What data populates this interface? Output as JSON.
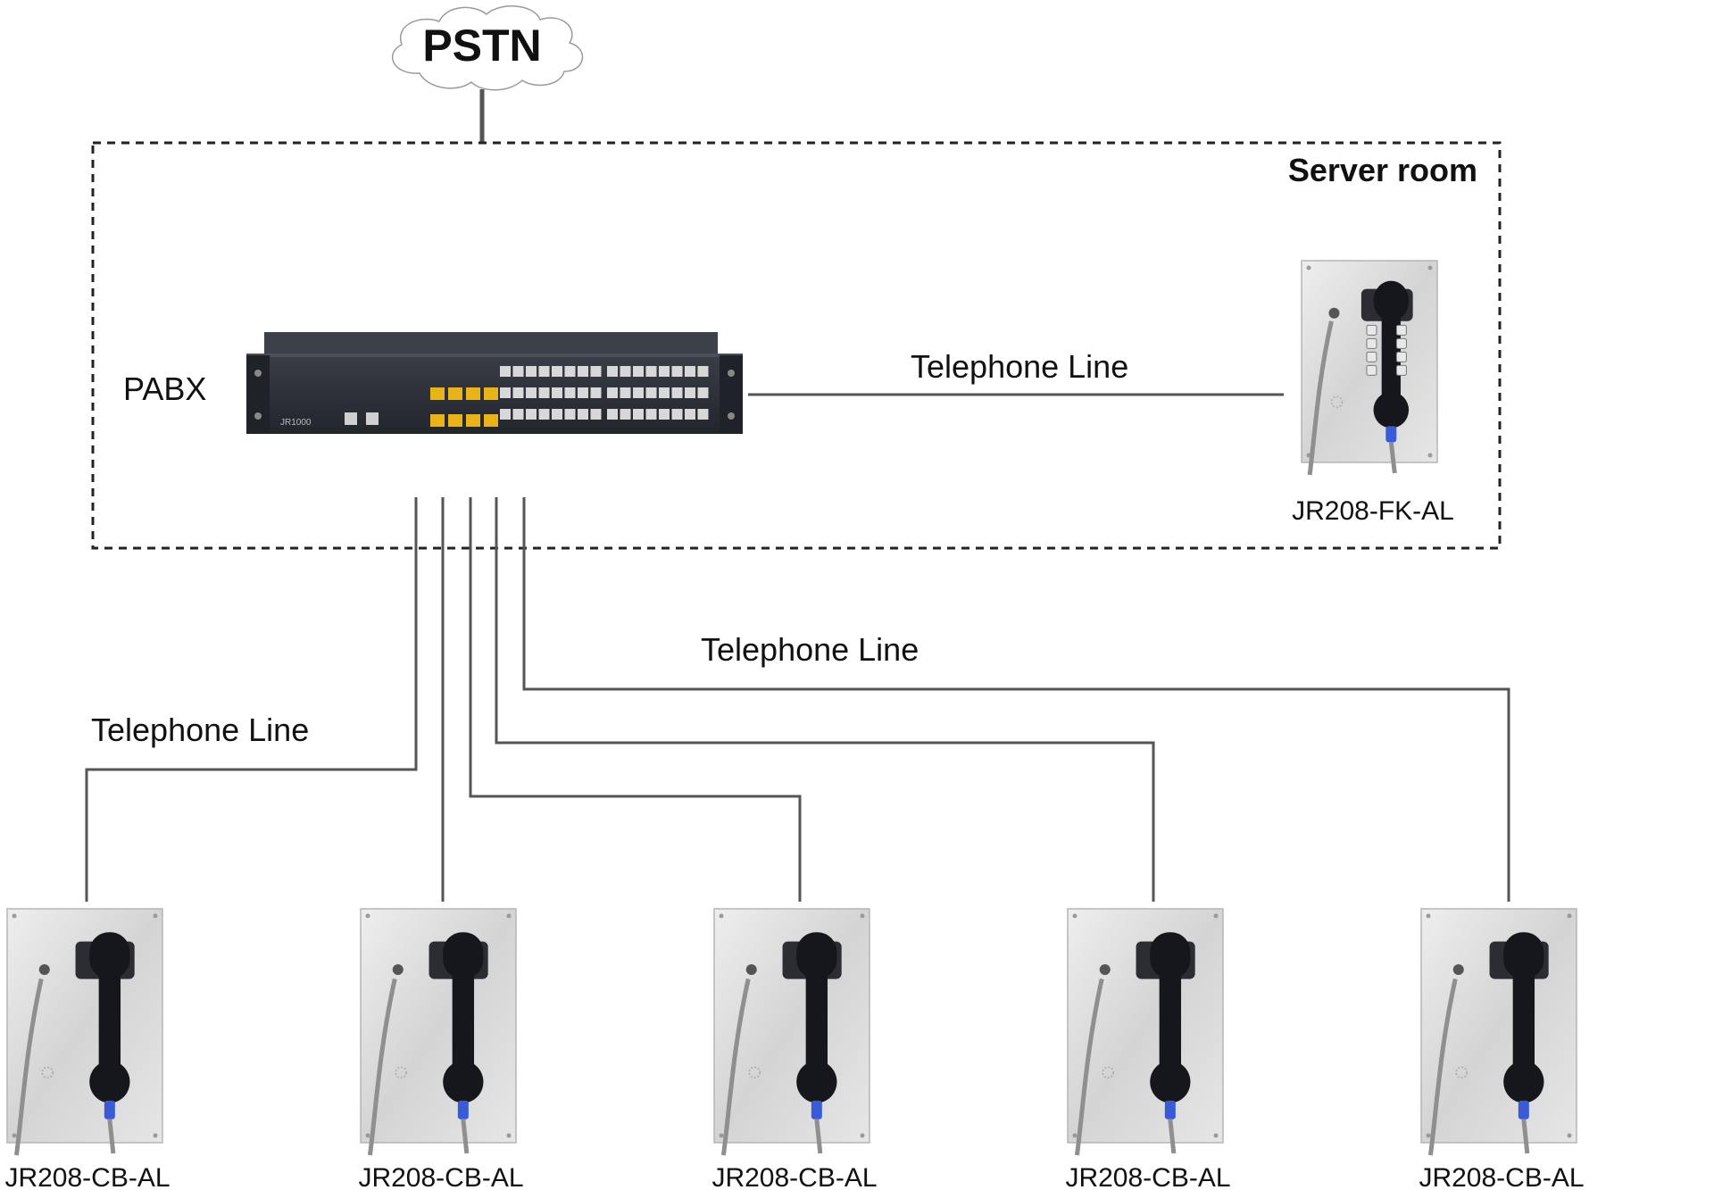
{
  "cloud": {
    "label": "PSTN"
  },
  "server_room": {
    "label": "Server room"
  },
  "pabx": {
    "label": "PABX",
    "model": "JR1000",
    "port_color": "#e8b417"
  },
  "lines": {
    "room_phone": "Telephone Line",
    "left_branch": "Telephone Line",
    "right_branch": "Telephone Line"
  },
  "room_phone": {
    "model": "JR208-FK-AL",
    "keypad": true
  },
  "field_phones": [
    {
      "model": "JR208-CB-AL"
    },
    {
      "model": "JR208-CB-AL"
    },
    {
      "model": "JR208-CB-AL"
    },
    {
      "model": "JR208-CB-AL"
    },
    {
      "model": "JR208-CB-AL"
    }
  ],
  "colors": {
    "line": "#555555",
    "panel": "#d9d9d9",
    "handset": "#15171c",
    "cord_tip": "#3a5bd8",
    "rack": "#2a2d35"
  }
}
